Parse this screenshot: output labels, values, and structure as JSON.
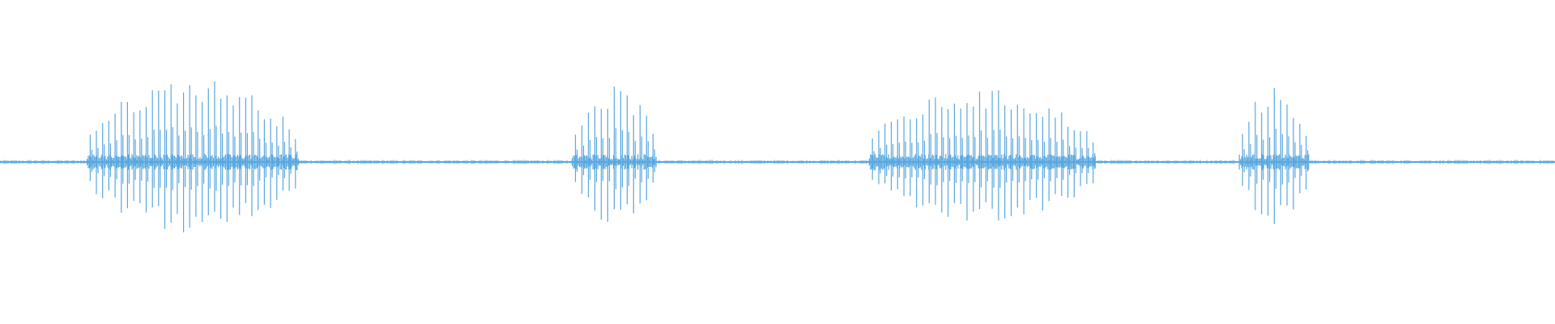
{
  "waveform": {
    "color": "#5aa8df",
    "background": "#ffffff",
    "duration_fraction_range": [
      0,
      1
    ],
    "noise_floor_amplitude": 0.02,
    "bursts": [
      {
        "start": 0.056,
        "end": 0.192,
        "peak_amplitude": 0.95,
        "pulse_count": 34
      },
      {
        "start": 0.368,
        "end": 0.422,
        "peak_amplitude": 0.85,
        "pulse_count": 13
      },
      {
        "start": 0.559,
        "end": 0.705,
        "peak_amplitude": 0.82,
        "pulse_count": 36
      },
      {
        "start": 0.797,
        "end": 0.842,
        "peak_amplitude": 0.84,
        "pulse_count": 11
      }
    ]
  }
}
